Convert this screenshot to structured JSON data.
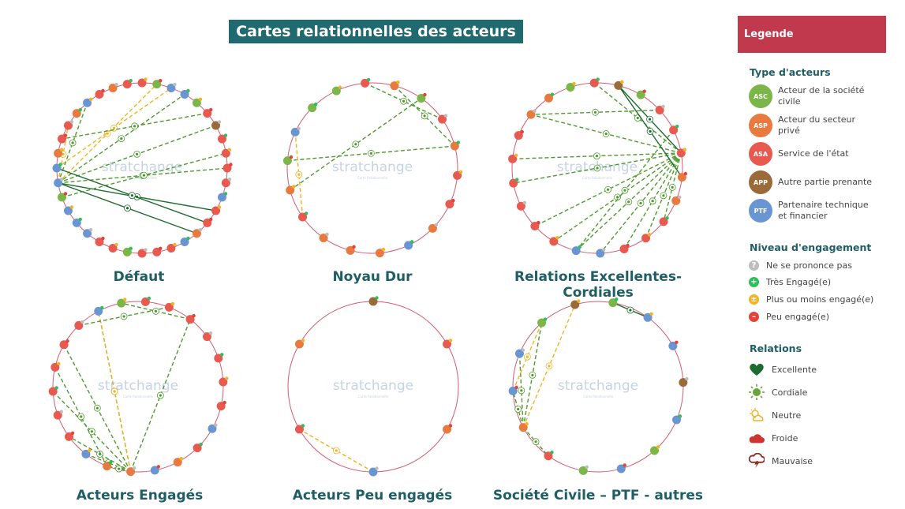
{
  "title": "Cartes relationnelles des acteurs",
  "watermark": "stratchange",
  "watermark_sub": "Carte Relationnelle",
  "maps": [
    {
      "label": "Défaut"
    },
    {
      "label": "Noyau Dur"
    },
    {
      "label": "Relations Excellentes-Cordiales"
    },
    {
      "label": "Acteurs Engagés"
    },
    {
      "label": "Acteurs Peu engagés"
    },
    {
      "label": "Société Civile – PTF - autres"
    }
  ],
  "legend": {
    "header": "Legende",
    "actor_types_title": "Type d'acteurs",
    "actor_types": [
      {
        "code": "ASC",
        "label": "Acteur de la société civile",
        "color": "#7ab648"
      },
      {
        "code": "ASP",
        "label": "Acteur du secteur privé",
        "color": "#e8793f"
      },
      {
        "code": "ASA",
        "label": "Service de l'état",
        "color": "#e8594f"
      },
      {
        "code": "APP",
        "label": "Autre partie prenante",
        "color": "#9a6a38"
      },
      {
        "code": "PTF",
        "label": "Partenaire technique et financier",
        "color": "#6a95d3"
      }
    ],
    "engagement_title": "Niveau d'engagement",
    "engagement": [
      {
        "label": "Ne se prononce pas",
        "color": "#bdbdbd",
        "glyph": "?"
      },
      {
        "label": "Très Engagé(e)",
        "color": "#2dbf5a",
        "glyph": "+"
      },
      {
        "label": "Plus ou moins engagé(e)",
        "color": "#f0b423",
        "glyph": "±"
      },
      {
        "label": "Peu engagé(e)",
        "color": "#e0443a",
        "glyph": "–"
      }
    ],
    "relations_title": "Relations",
    "relations": [
      {
        "label": "Excellente",
        "icon": "heart-icon"
      },
      {
        "label": "Cordiale",
        "icon": "sun-icon"
      },
      {
        "label": "Neutre",
        "icon": "sun-cloud-icon"
      },
      {
        "label": "Froide",
        "icon": "cloud-icon"
      },
      {
        "label": "Mauvaise",
        "icon": "storm-cloud-icon"
      }
    ]
  }
}
